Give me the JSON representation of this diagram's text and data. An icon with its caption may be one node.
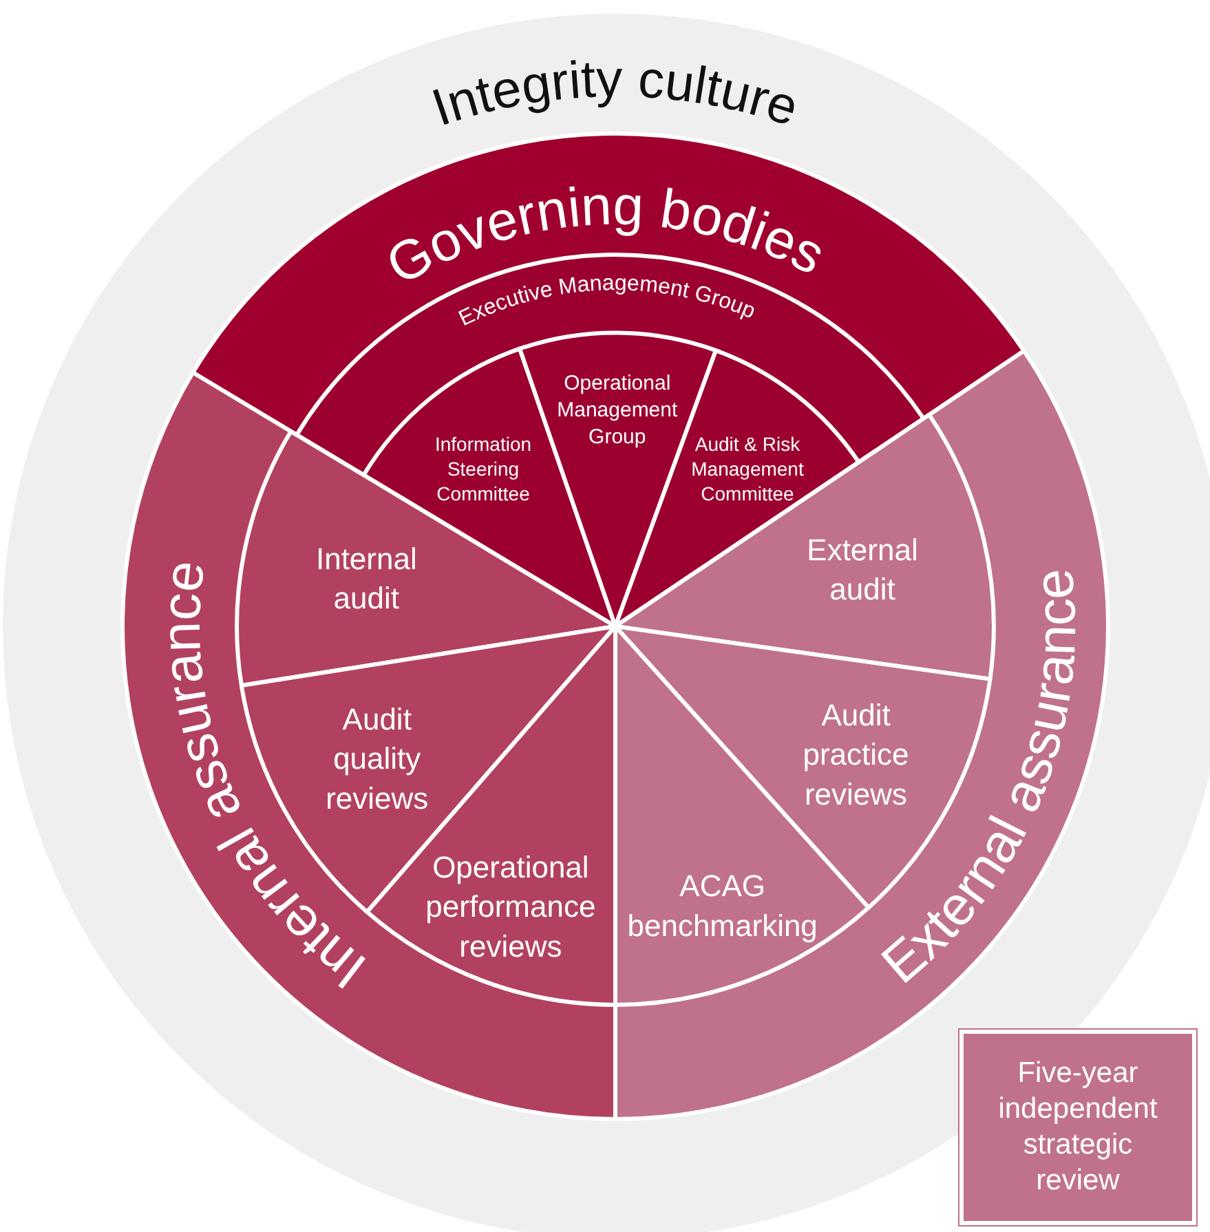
{
  "diagram": {
    "nodes": [
      {
        "text": [
          "Integrity culture"
        ]
      },
      {
        "text": [
          "Governing bodies"
        ],
        "in": 0
      },
      {
        "text": [
          "Executive Management Group"
        ],
        "in": 1
      },
      {
        "text": [
          "Information Steering Committee"
        ],
        "in": 2
      },
      {
        "text": [
          "Operational Management Group"
        ],
        "in": 2
      },
      {
        "text": [
          "Audit & Risk Management Committee"
        ],
        "in": 2
      },
      {
        "text": [
          "Internal assurance"
        ],
        "in": 0
      },
      {
        "text": [
          "Internal audit"
        ],
        "in": 6
      },
      {
        "text": [
          "Audit quality reviews"
        ],
        "in": 6
      },
      {
        "text": [
          "Operational performance reviews"
        ],
        "in": 6
      },
      {
        "text": [
          "External assurance"
        ],
        "in": 0
      },
      {
        "text": [
          "External audit"
        ],
        "in": 10
      },
      {
        "text": [
          "Audit practice reviews"
        ],
        "in": 10
      },
      {
        "text": [
          "ACAG benchmarking"
        ],
        "in": 10
      },
      {
        "text": [
          "Five-year independent strategic review"
        ]
      }
    ]
  }
}
